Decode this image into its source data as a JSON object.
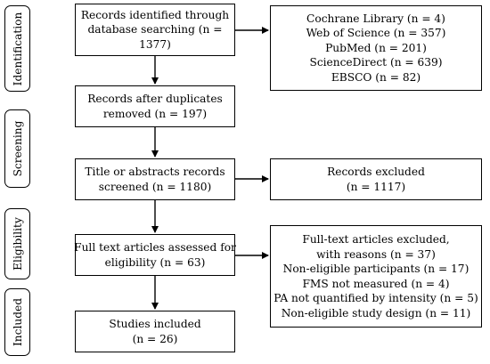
{
  "stages": [
    {
      "key": "identification",
      "label": "Identification"
    },
    {
      "key": "screening",
      "label": "Screening"
    },
    {
      "key": "eligibility",
      "label": "Eligibility"
    },
    {
      "key": "included",
      "label": "Included"
    }
  ],
  "boxes": {
    "records_identified": {
      "lines": [
        "Records identified through",
        "database searching (n =",
        "1377)"
      ]
    },
    "databases": {
      "lines": [
        "Cochrane Library (n = 4)",
        "Web of Science (n = 357)",
        "PubMed (n = 201)",
        "ScienceDirect (n = 639)",
        "EBSCO (n = 82)"
      ]
    },
    "after_duplicates": {
      "lines": [
        "Records after duplicates",
        "removed (n = 197)"
      ]
    },
    "screened": {
      "lines": [
        "Title or abstracts records",
        "screened (n = 1180)"
      ]
    },
    "excluded": {
      "lines": [
        "Records excluded",
        "(n = 1117)"
      ]
    },
    "full_text": {
      "lines": [
        "Full text articles assessed for",
        "eligibility (n = 63)"
      ]
    },
    "full_text_excluded": {
      "lines": [
        "Full-text articles excluded,",
        "with reasons (n = 37)",
        "Non-eligible participants (n = 17)",
        "FMS not measured (n = 4)",
        "PA not quantified by intensity (n = 5)",
        "Non-eligible study design (n = 11)"
      ]
    },
    "included": {
      "lines": [
        "Studies included",
        "(n = 26)"
      ]
    }
  }
}
